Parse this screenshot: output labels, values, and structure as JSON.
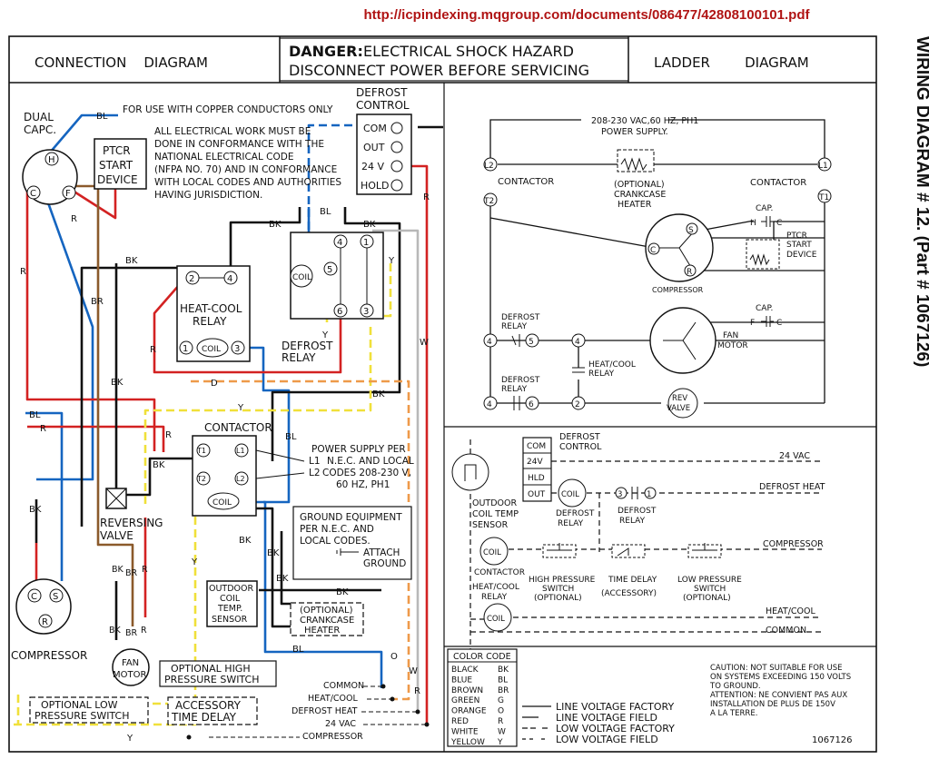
{
  "source_url": "http://icpindexing.mqgroup.com/documents/086477/42808100101.pdf",
  "side_title": "WIRING DIAGRAM # 12. (Part # 1067126)",
  "header": {
    "left_title": "CONNECTION    DIAGRAM",
    "danger_label": "DANGER:",
    "danger_line1": "ELECTRICAL SHOCK HAZARD",
    "danger_line2": "DISCONNECT POWER BEFORE SERVICING",
    "right_title": "LADDER        DIAGRAM"
  },
  "connection": {
    "copper_note": "FOR USE WITH COPPER CONDUCTORS ONLY",
    "code_note": [
      "ALL ELECTRICAL WORK MUST BE",
      "DONE IN CONFORMANCE WITH THE",
      "NATIONAL ELECTRICAL CODE",
      "(NFPA NO. 70) AND IN CONFORMANCE",
      "WITH LOCAL CODES AND AUTHORITIES",
      "HAVING JURISDICTION."
    ],
    "dual_capc": [
      "DUAL",
      "CAPC."
    ],
    "cap_terminals": {
      "h": "H",
      "c": "C",
      "f": "F"
    },
    "ptcr": [
      "PTCR",
      "START",
      "DEVICE"
    ],
    "defrost_control": [
      "DEFROST",
      "CONTROL"
    ],
    "defrost_terms": [
      "COM",
      "OUT",
      "24 V",
      "HOLD"
    ],
    "heat_cool_relay": [
      "HEAT-COOL",
      "RELAY"
    ],
    "hc_terms": {
      "t2": "2",
      "t4": "4",
      "t1": "1",
      "t3": "3"
    },
    "coil": "COIL",
    "defrost_relay": [
      "DEFROST",
      "RELAY"
    ],
    "dr_terms": {
      "t4": "4",
      "t1": "1",
      "t5": "5",
      "t6": "6",
      "t3": "3"
    },
    "contactor": "CONTACTOR",
    "contactor_terms": {
      "t1": "T1",
      "l1": "L1",
      "t2": "T2",
      "l2": "L2"
    },
    "power_supply": [
      "POWER SUPPLY PER",
      "N.E.C. AND LOCAL",
      "CODES 208-230 V,",
      "60 HZ, PH1"
    ],
    "l_labels": {
      "l1": "L1",
      "l2": "L2"
    },
    "ground_note": [
      "GROUND EQUIPMENT",
      "PER N.E.C. AND",
      "LOCAL CODES."
    ],
    "attach_ground": [
      "ATTACH",
      "GROUND"
    ],
    "reversing_valve": [
      "REVERSING",
      "VALVE"
    ],
    "outdoor_sensor": [
      "OUTDOOR",
      "COIL",
      "TEMP.",
      "SENSOR"
    ],
    "crankcase": [
      "(OPTIONAL)",
      "CRANKCASE",
      "HEATER"
    ],
    "compressor": "COMPRESSOR",
    "comp_terms": {
      "c": "C",
      "s": "S",
      "r": "R"
    },
    "fan_motor": [
      "FAN",
      "MOTOR"
    ],
    "opt_high": [
      "OPTIONAL HIGH",
      "PRESSURE SWITCH"
    ],
    "opt_low": [
      "OPTIONAL LOW",
      "PRESSURE SWITCH"
    ],
    "accessory": [
      "ACCESSORY",
      "TIME DELAY"
    ],
    "terminals": [
      "COMMON",
      "HEAT/COOL",
      "DEFROST HEAT",
      "24 VAC",
      "COMPRESSOR"
    ],
    "wires": {
      "bl": "BL",
      "bk": "BK",
      "r": "R",
      "br": "BR",
      "y": "Y",
      "o": "O",
      "w": "W",
      "d": "D"
    }
  },
  "ladder": {
    "power_supply": [
      "208-230 VAC,60 HZ, PH1",
      "POWER SUPPLY."
    ],
    "contactor_l": "CONTACTOR",
    "contactor_r": "CONTACTOR",
    "l_terms": {
      "l2": "L2",
      "t2": "T2",
      "l1": "L1",
      "t1": "T1"
    },
    "crankcase": [
      "(OPTIONAL)",
      "CRANKCASE",
      "HEATER"
    ],
    "cap": "CAP.",
    "hc": {
      "h": "H",
      "c": "C",
      "f": "F"
    },
    "ptcr": [
      "PTCR",
      "START",
      "DEVICE"
    ],
    "compressor": "COMPRESSOR",
    "csr": {
      "c": "C",
      "s": "S",
      "r": "R"
    },
    "defrost_relay": [
      "DEFROST",
      "RELAY"
    ],
    "hc_relay": [
      "HEAT/COOL",
      "RELAY"
    ],
    "fan_motor": [
      "FAN",
      "MOTOR"
    ],
    "rev_valve": [
      "REV",
      "VALVE"
    ],
    "nodes": {
      "n4": "4",
      "n5": "5",
      "n6": "6",
      "n2": "2",
      "n3": "3",
      "n1": "1"
    },
    "control_terms": [
      "COM",
      "24V",
      "HLD",
      "OUT"
    ],
    "defrost_control": [
      "DEFROST",
      "CONTROL"
    ],
    "outdoor_sensor": [
      "OUTDOOR",
      "COIL TEMP",
      "SENSOR"
    ],
    "coil": "COIL",
    "contactor_coil": "CONTACTOR",
    "hc_coil": [
      "HEAT/COOL",
      "RELAY"
    ],
    "hp_switch": [
      "HIGH PRESSURE",
      "SWITCH",
      "(OPTIONAL)"
    ],
    "time_delay": [
      "TIME DELAY",
      "(ACCESSORY)"
    ],
    "lp_switch": [
      "LOW PRESSURE",
      "SWITCH",
      "(OPTIONAL)"
    ],
    "right_labels": [
      "24 VAC",
      "DEFROST HEAT",
      "COMPRESSOR",
      "HEAT/COOL",
      "COMMON"
    ]
  },
  "color_code": {
    "title": "COLOR CODE",
    "rows": [
      [
        "BLACK",
        "BK"
      ],
      [
        "BLUE",
        "BL"
      ],
      [
        "BROWN",
        "BR"
      ],
      [
        "GREEN",
        "G"
      ],
      [
        "ORANGE",
        "O"
      ],
      [
        "RED",
        "R"
      ],
      [
        "WHITE",
        "W"
      ],
      [
        "YELLOW",
        "Y"
      ]
    ]
  },
  "legend": [
    "LINE VOLTAGE FACTORY",
    "LINE VOLTAGE FIELD",
    "LOW VOLTAGE FACTORY",
    "LOW VOLTAGE FIELD"
  ],
  "caution": [
    "CAUTION: NOT SUITABLE FOR USE",
    "ON SYSTEMS EXCEEDING 150 VOLTS",
    "TO GROUND.",
    "ATTENTION: NE CONVIENT PAS AUX",
    "INSTALLATION DE PLUS DE 150V",
    "A LA TERRE."
  ],
  "part_number": "1067126",
  "wire_colors": {
    "black": "#111111",
    "blue": "#1565c0",
    "red": "#d32222",
    "brown": "#8b5a2b",
    "yellow": "#f0e03a",
    "orange": "#ee9a4a",
    "white": "#b8b8b8"
  }
}
